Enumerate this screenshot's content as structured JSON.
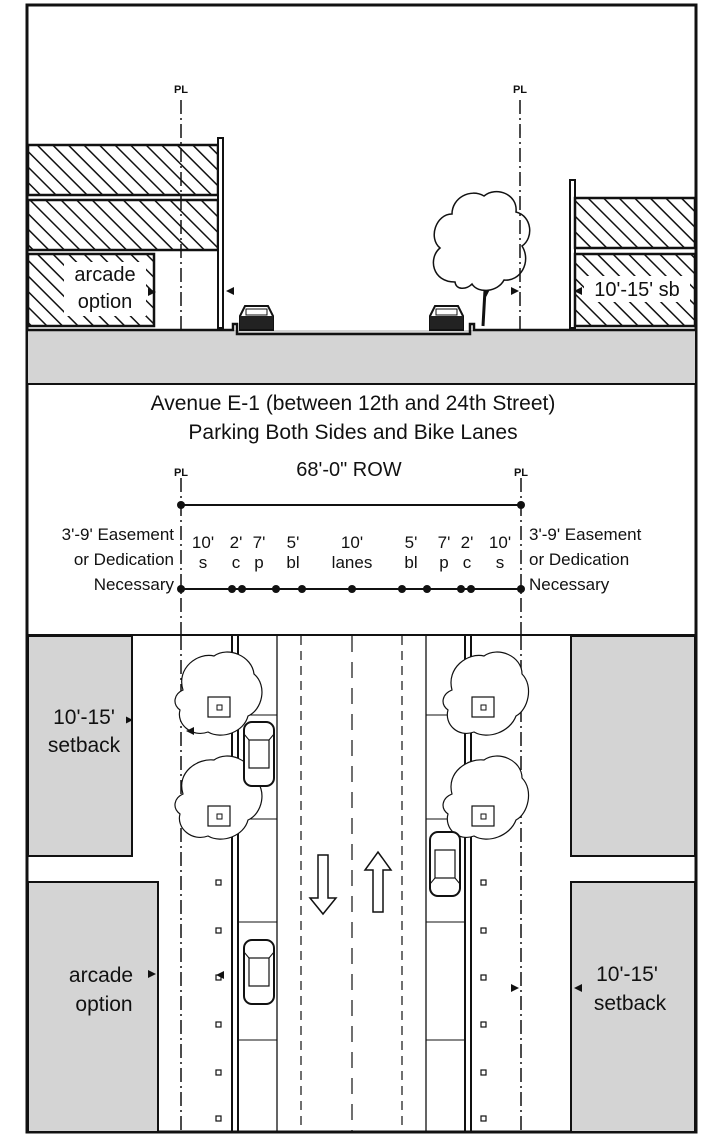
{
  "title": {
    "line1": "Avenue E-1 (between 12th and 24th Street)",
    "line2": "Parking Both Sides and Bike Lanes"
  },
  "property_line_label": "PL",
  "row_label": "68'-0\" ROW",
  "easement": {
    "line1": "3'-9' Easement",
    "line2": "or Dedication",
    "line3": "Necessary"
  },
  "segments": [
    {
      "width": "10'",
      "code": "s"
    },
    {
      "width": "2'",
      "code": "c"
    },
    {
      "width": "7'",
      "code": "p"
    },
    {
      "width": "5'",
      "code": "bl"
    },
    {
      "width": "10'",
      "code": "lanes"
    },
    {
      "width": "5'",
      "code": "bl"
    },
    {
      "width": "7'",
      "code": "p"
    },
    {
      "width": "2'",
      "code": "c"
    },
    {
      "width": "10'",
      "code": "s"
    }
  ],
  "section": {
    "left_note_1": "arcade",
    "left_note_2": "option",
    "right_note": "10'-15' sb"
  },
  "plan": {
    "upper_left_1": "10'-15'",
    "upper_left_2": "setback",
    "lower_left_1": "arcade",
    "lower_left_2": "option",
    "lower_right_1": "10'-15'",
    "lower_right_2": "setback"
  }
}
